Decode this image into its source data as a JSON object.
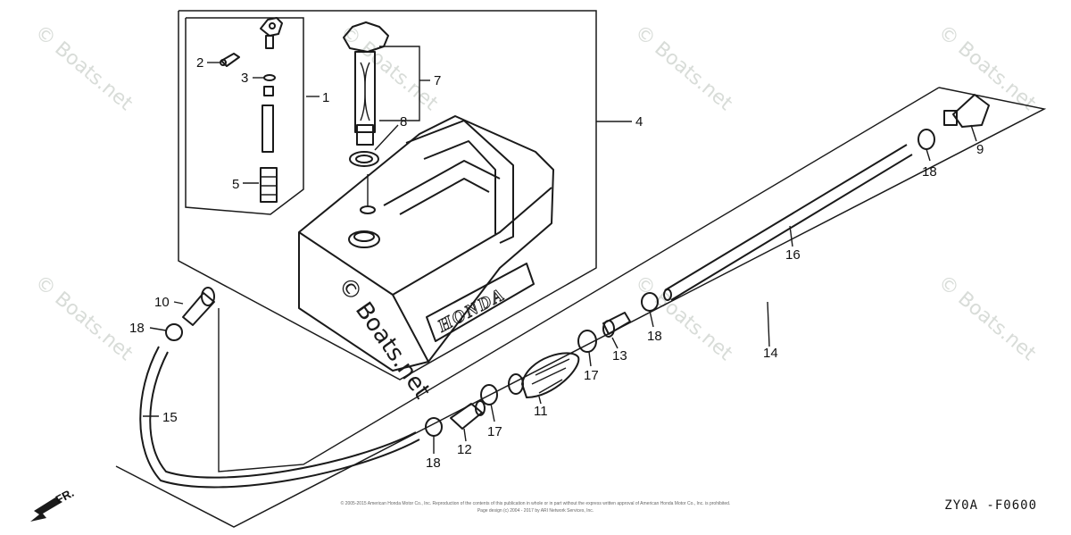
{
  "watermark_text": "© Boats.net",
  "callouts": {
    "n1": "1",
    "n2": "2",
    "n3": "3",
    "n4": "4",
    "n5": "5",
    "n7": "7",
    "n8": "8",
    "n9": "9",
    "n10": "10",
    "n11": "11",
    "n12": "12",
    "n13": "13",
    "n14": "14",
    "n15": "15",
    "n16": "16",
    "n17a": "17",
    "n17b": "17",
    "n18a": "18",
    "n18b": "18",
    "n18c": "18",
    "n18d": "18"
  },
  "tank_logo": "HONDA",
  "direction_label": "FR.",
  "diagram_code": "ZY0A  -F0600",
  "footer": {
    "line1": "© 2005-2015 American Honda Motor Co., Inc. Reproduction of the contents of this publication in whole or in part without the express written approval of American Honda Motor Co., Inc. is prohibited.",
    "line2": "Page design (c) 2004 - 2017 by ARI Network Services, Inc."
  }
}
